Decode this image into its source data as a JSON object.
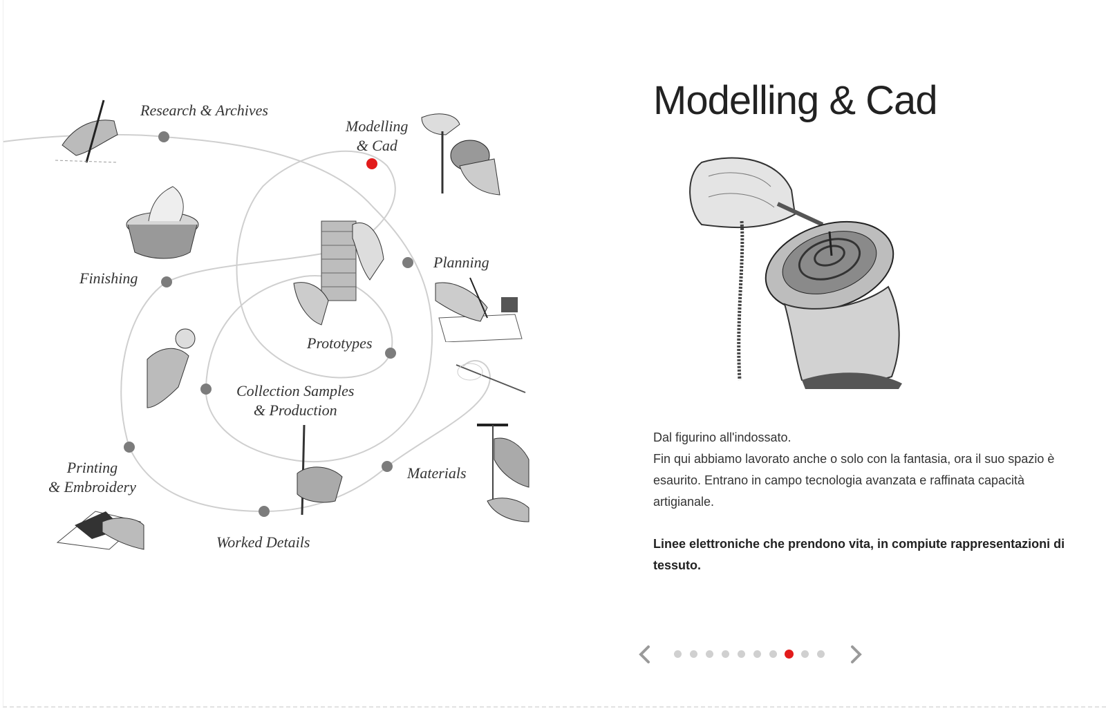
{
  "diagram": {
    "steps": [
      {
        "key": "research",
        "label": "Research & Archives",
        "active": false
      },
      {
        "key": "modelling",
        "label": "Modelling\n& Cad",
        "active": true
      },
      {
        "key": "planning",
        "label": "Planning",
        "active": false
      },
      {
        "key": "prototypes",
        "label": "Prototypes",
        "active": false
      },
      {
        "key": "finishing",
        "label": "Finishing",
        "active": false
      },
      {
        "key": "collection",
        "label": "Collection Samples\n& Production",
        "active": false
      },
      {
        "key": "printing",
        "label": "Printing\n& Embroidery",
        "active": false
      },
      {
        "key": "materials",
        "label": "Materials",
        "active": false
      },
      {
        "key": "worked",
        "label": "Worked Details",
        "active": false
      }
    ],
    "accent_color": "#e21b1b",
    "node_color": "#7c7c7c",
    "path_color": "#cfcfcf"
  },
  "panel": {
    "title": "Modelling & Cad",
    "hero_icon": "hand-spool-illustration",
    "paragraphs": [
      "Dal figurino all'indossato.",
      "Fin qui abbiamo lavorato anche o solo con la fantasia, ora il suo spazio è esaurito. Entrano in campo tecnologia avanzata e raffinata capacità artigianale."
    ],
    "bold_text": "Linee elettroniche che prendono vita, in compiute rappresentazioni di tessuto."
  },
  "pager": {
    "total": 10,
    "current": 8,
    "prev_icon": "chevron-left-icon",
    "next_icon": "chevron-right-icon",
    "dot_color": "#d0d0d0"
  }
}
